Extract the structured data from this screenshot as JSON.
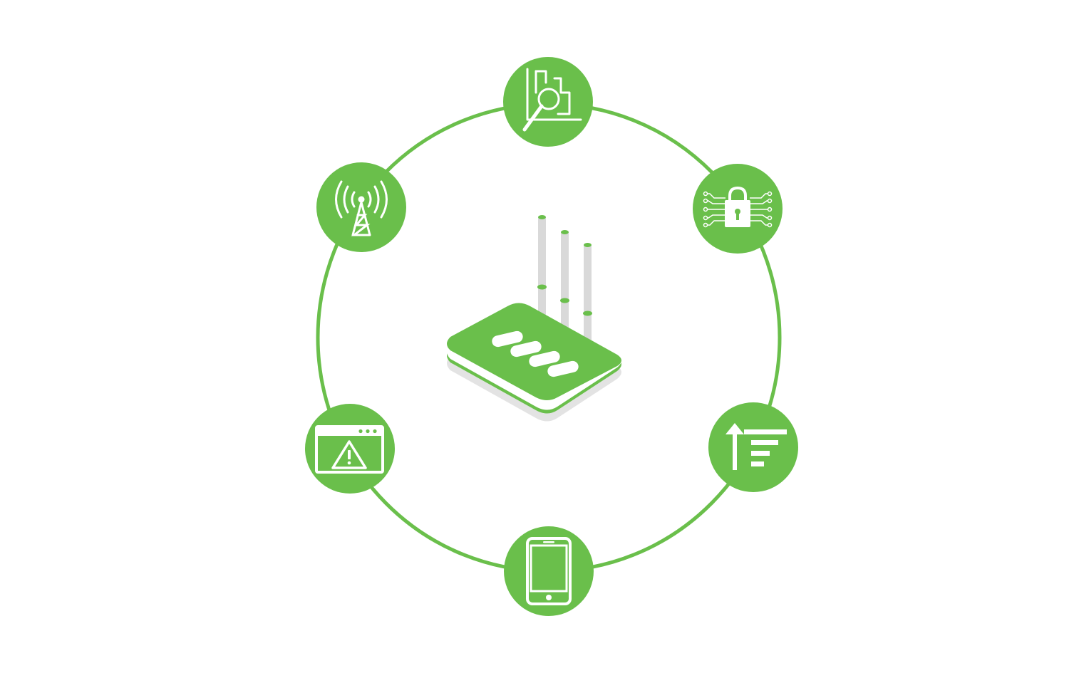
{
  "colors": {
    "accent": "#6abf4b",
    "icon": "#ffffff",
    "antenna": "#d9d9d9",
    "router_base": "#e6e6e6"
  },
  "center": {
    "icon": "wireless-router-icon"
  },
  "nodes": [
    {
      "id": "top",
      "icon": "chart-search-icon"
    },
    {
      "id": "upper-right",
      "icon": "circuit-lock-icon"
    },
    {
      "id": "lower-right",
      "icon": "sort-ascending-icon"
    },
    {
      "id": "bottom",
      "icon": "smartphone-icon"
    },
    {
      "id": "lower-left",
      "icon": "browser-warning-icon"
    },
    {
      "id": "upper-left",
      "icon": "broadcast-tower-icon"
    }
  ]
}
